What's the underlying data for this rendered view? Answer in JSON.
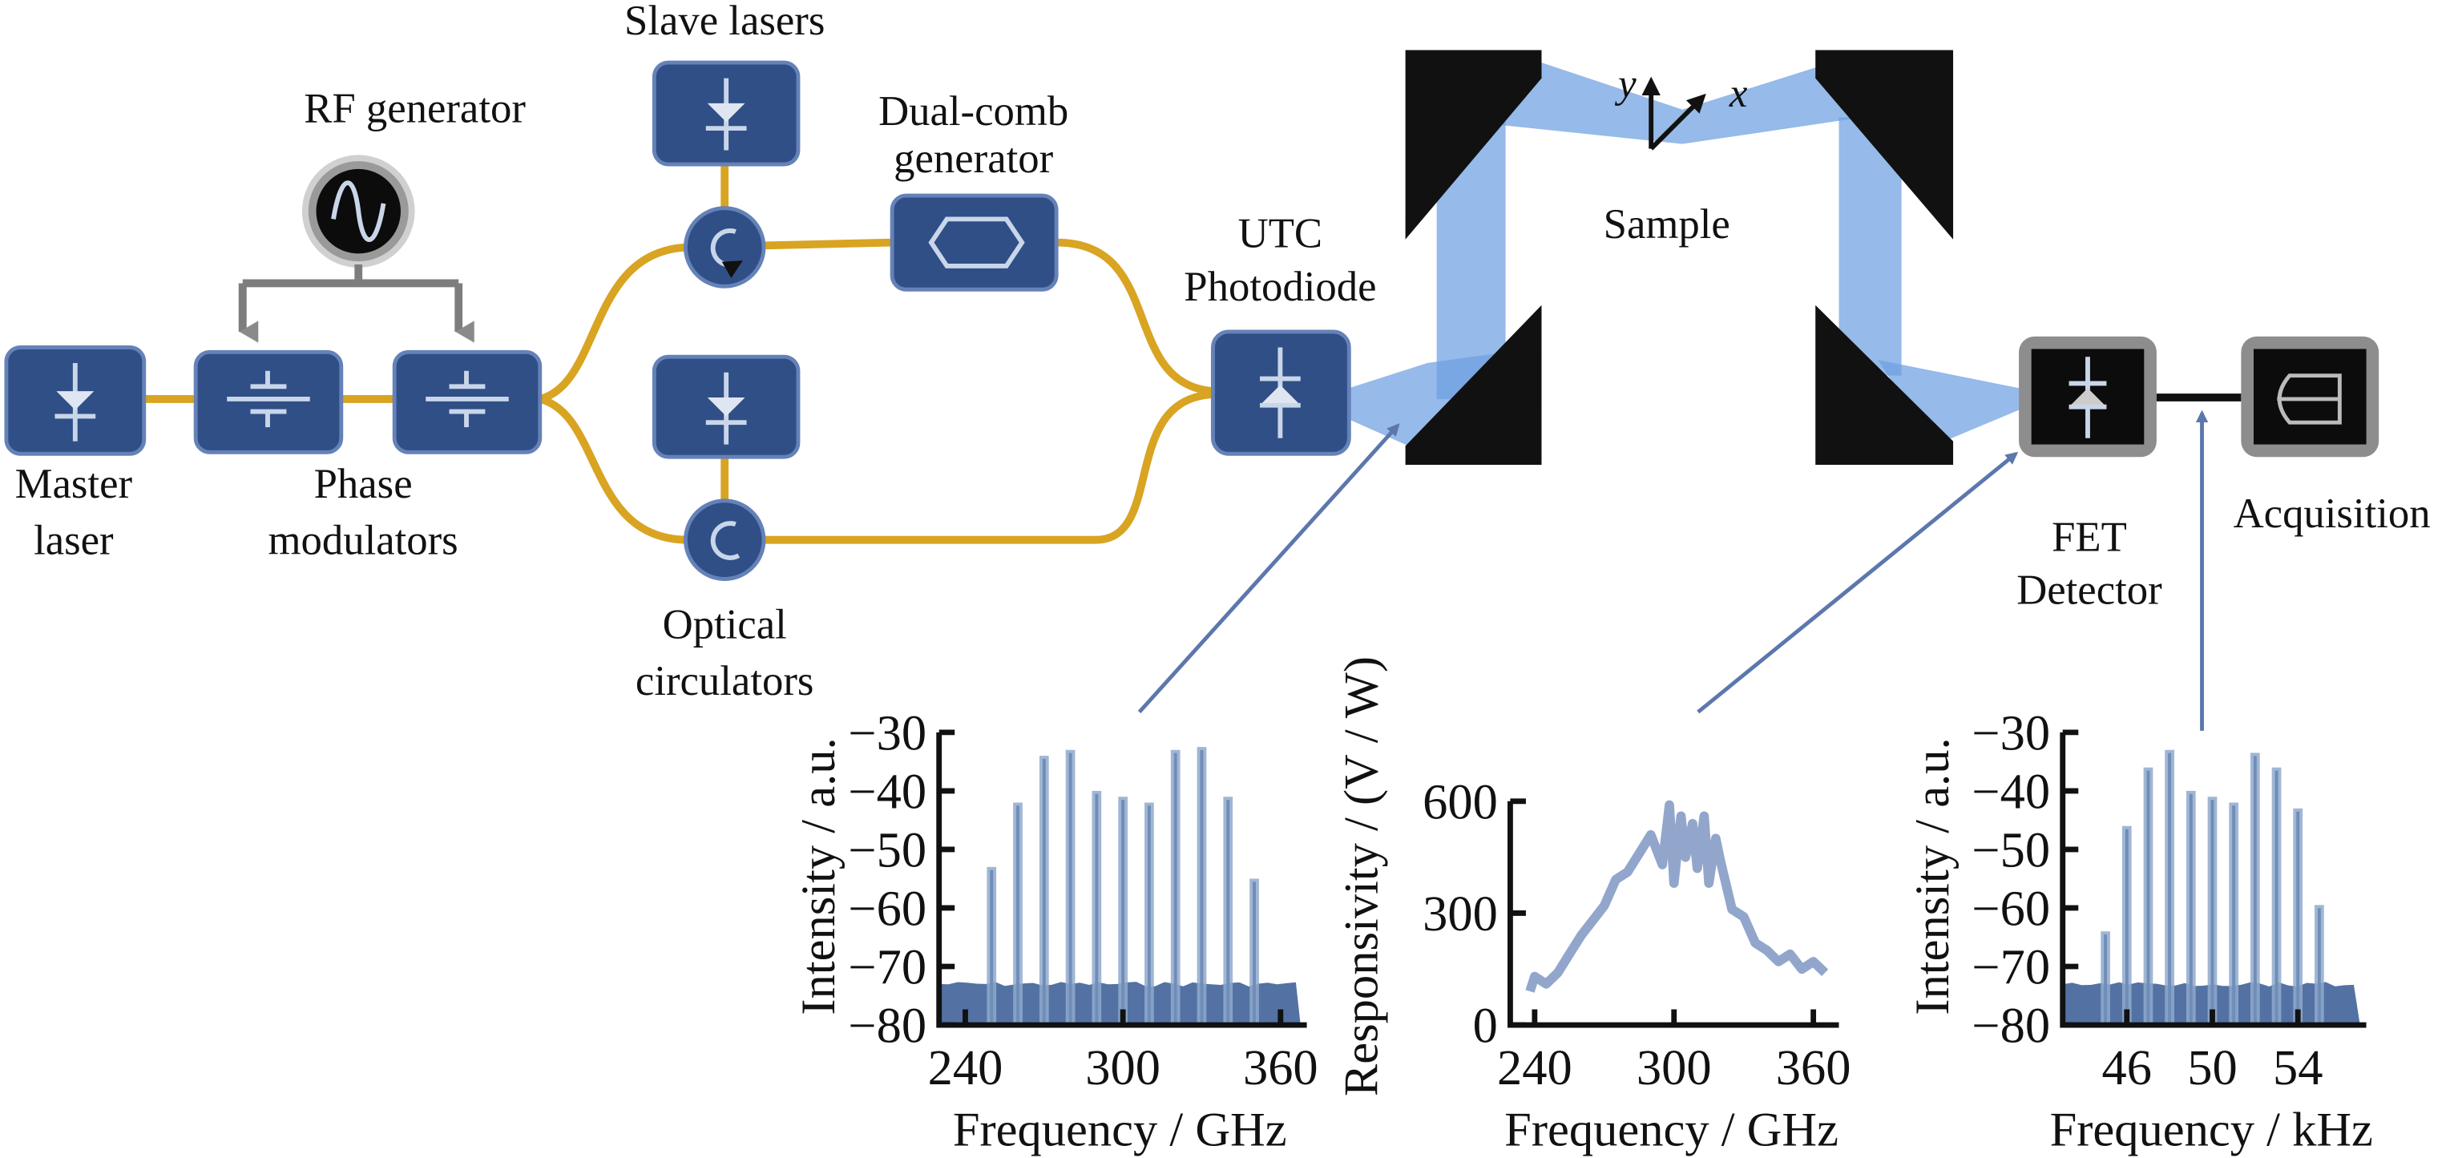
{
  "labels": {
    "slave_lasers": "Slave lasers",
    "rf_generator": "RF generator",
    "dual_comb": [
      "Dual-comb",
      "generator"
    ],
    "utc": [
      "UTC",
      "Photodiode"
    ],
    "master_laser": [
      "Master",
      "laser"
    ],
    "phase_modulators": [
      "Phase",
      "modulators"
    ],
    "optical_circulators": [
      "Optical",
      "circulators"
    ],
    "sample": "Sample",
    "axis_x": "x",
    "axis_y": "y",
    "fet_detector": [
      "FET",
      "Detector"
    ],
    "acquisition": "Acquisition"
  },
  "colors": {
    "component_box": "#2f4f86",
    "fiber": "#d8a421",
    "thz_beam": "#6e9fe0",
    "callout_arrow": "#5c77ad",
    "spectrum": "#4a6a9e"
  },
  "icons": {
    "laser": "laser-diode-icon",
    "phase_modulator": "phase-modulator-icon",
    "rf_generator": "sine-wave-icon",
    "circulator": "circulator-icon",
    "dual_comb": "hexagon-waveguide-icon",
    "photodiode": "photodiode-icon",
    "acquisition": "acquisition-icon"
  },
  "chart_data": [
    {
      "type": "bar",
      "xlabel": "Frequency / GHz",
      "ylabel": "Intensity / a.u.",
      "xlim": [
        230,
        370
      ],
      "ylim": [
        -80,
        -30
      ],
      "xticks": [
        240,
        300,
        360
      ],
      "xtick_labels": [
        "240",
        "300",
        "360"
      ],
      "yticks": [
        -30,
        -40,
        -50,
        -60,
        -70,
        -80
      ],
      "ytick_labels": [
        "−30",
        "−40",
        "−50",
        "−60",
        "−70",
        "−80"
      ],
      "noise_floor": -73,
      "x": [
        250,
        260,
        270,
        280,
        290,
        300,
        310,
        320,
        330,
        340,
        350
      ],
      "y": [
        -53,
        -42,
        -34,
        -33,
        -40,
        -41,
        -42,
        -33,
        -32.5,
        -41,
        -55
      ]
    },
    {
      "type": "line",
      "xlabel": "Frequency / GHz",
      "ylabel": "Responsivity / (V / W)",
      "xlim": [
        229.5,
        371
      ],
      "ylim": [
        0,
        600
      ],
      "xticks": [
        240,
        300,
        360
      ],
      "xtick_labels": [
        "240",
        "300",
        "360"
      ],
      "yticks": [
        0,
        300,
        600
      ],
      "ytick_labels": [
        "0",
        "300",
        "600"
      ],
      "x": [
        238,
        240,
        245,
        250,
        255,
        260,
        265,
        270,
        275,
        280,
        285,
        290,
        295,
        298,
        300,
        303,
        305,
        308,
        310,
        313,
        315,
        318,
        320,
        325,
        330,
        335,
        340,
        345,
        350,
        355,
        360,
        365
      ],
      "y": [
        90,
        130,
        110,
        140,
        190,
        240,
        280,
        320,
        390,
        410,
        460,
        510,
        430,
        590,
        380,
        560,
        450,
        540,
        420,
        560,
        380,
        500,
        440,
        310,
        290,
        220,
        200,
        170,
        190,
        150,
        170,
        140
      ]
    },
    {
      "type": "bar",
      "xlabel": "Frequency / kHz",
      "ylabel": "Intensity / a.u.",
      "xlim": [
        43,
        57.2
      ],
      "ylim": [
        -80,
        -30
      ],
      "xticks": [
        46,
        50,
        54
      ],
      "xtick_labels": [
        "46",
        "50",
        "54"
      ],
      "yticks": [
        -30,
        -40,
        -50,
        -60,
        -70,
        -80
      ],
      "ytick_labels": [
        "−30",
        "−40",
        "−50",
        "−60",
        "−70",
        "−80"
      ],
      "noise_floor": -73,
      "x": [
        45,
        46,
        47,
        48,
        49,
        50,
        51,
        52,
        53,
        54,
        55
      ],
      "y": [
        -64,
        -46,
        -36,
        -33,
        -40,
        -41,
        -42,
        -33.5,
        -36,
        -43,
        -59.5
      ]
    }
  ]
}
